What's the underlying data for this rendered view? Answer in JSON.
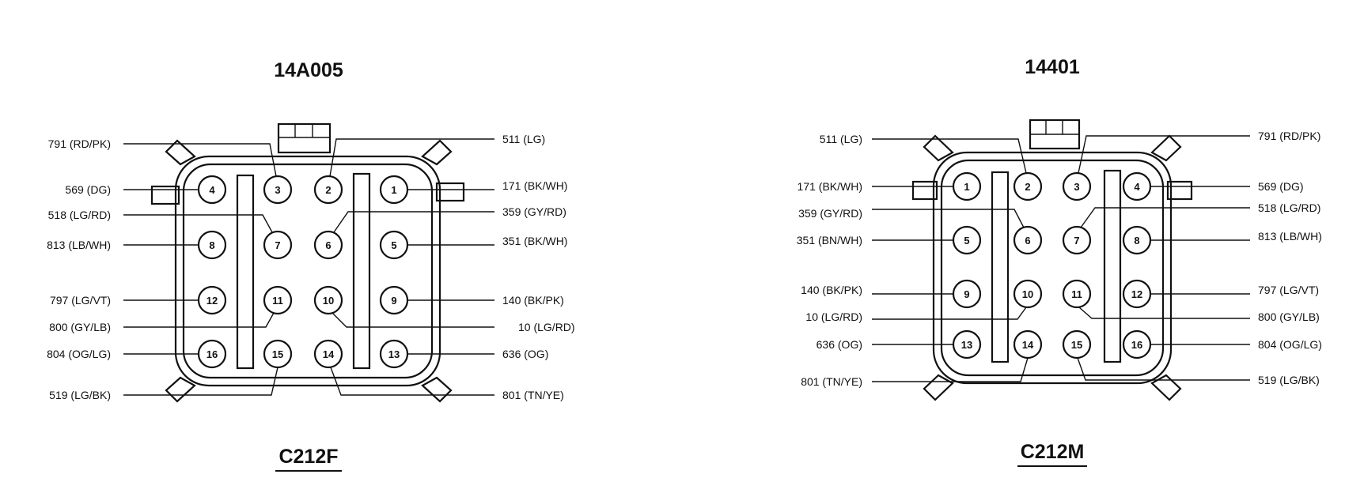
{
  "left": {
    "part_number": "14A005",
    "connector_id": "C212F",
    "pins": [
      "1",
      "2",
      "3",
      "4",
      "5",
      "6",
      "7",
      "8",
      "9",
      "10",
      "11",
      "12",
      "13",
      "14",
      "15",
      "16"
    ],
    "wires": {
      "1": "171 (BK/WH)",
      "2": "511 (LG)",
      "3": "791 (RD/PK)",
      "4": "569 (DG)",
      "5": "351 (BK/WH)",
      "6": "359 (GY/RD)",
      "7": "518 (LG/RD)",
      "8": "813 (LB/WH)",
      "9": "140 (BK/PK)",
      "10": "10 (LG/RD)",
      "11": "800 (GY/LB)",
      "12": "797 (LG/VT)",
      "13": "636 (OG)",
      "14": "801 (TN/YE)",
      "15": "519 (LG/BK)",
      "16": "804 (OG/LG)"
    }
  },
  "right": {
    "part_number": "14401",
    "connector_id": "C212M",
    "pins": [
      "1",
      "2",
      "3",
      "4",
      "5",
      "6",
      "7",
      "8",
      "9",
      "10",
      "11",
      "12",
      "13",
      "14",
      "15",
      "16"
    ],
    "wires": {
      "1": "171 (BK/WH)",
      "2": "511 (LG)",
      "3": "791 (RD/PK)",
      "4": "569 (DG)",
      "5": "351 (BN/WH)",
      "6": "359 (GY/RD)",
      "7": "518 (LG/RD)",
      "8": "813 (LB/WH)",
      "9": "140 (BK/PK)",
      "10": "10 (LG/RD)",
      "11": "800 (GY/LB)",
      "12": "797 (LG/VT)",
      "13": "636 (OG)",
      "14": "801 (TN/YE)",
      "15": "519 (LG/BK)",
      "16": "804 (OG/LG)"
    }
  }
}
